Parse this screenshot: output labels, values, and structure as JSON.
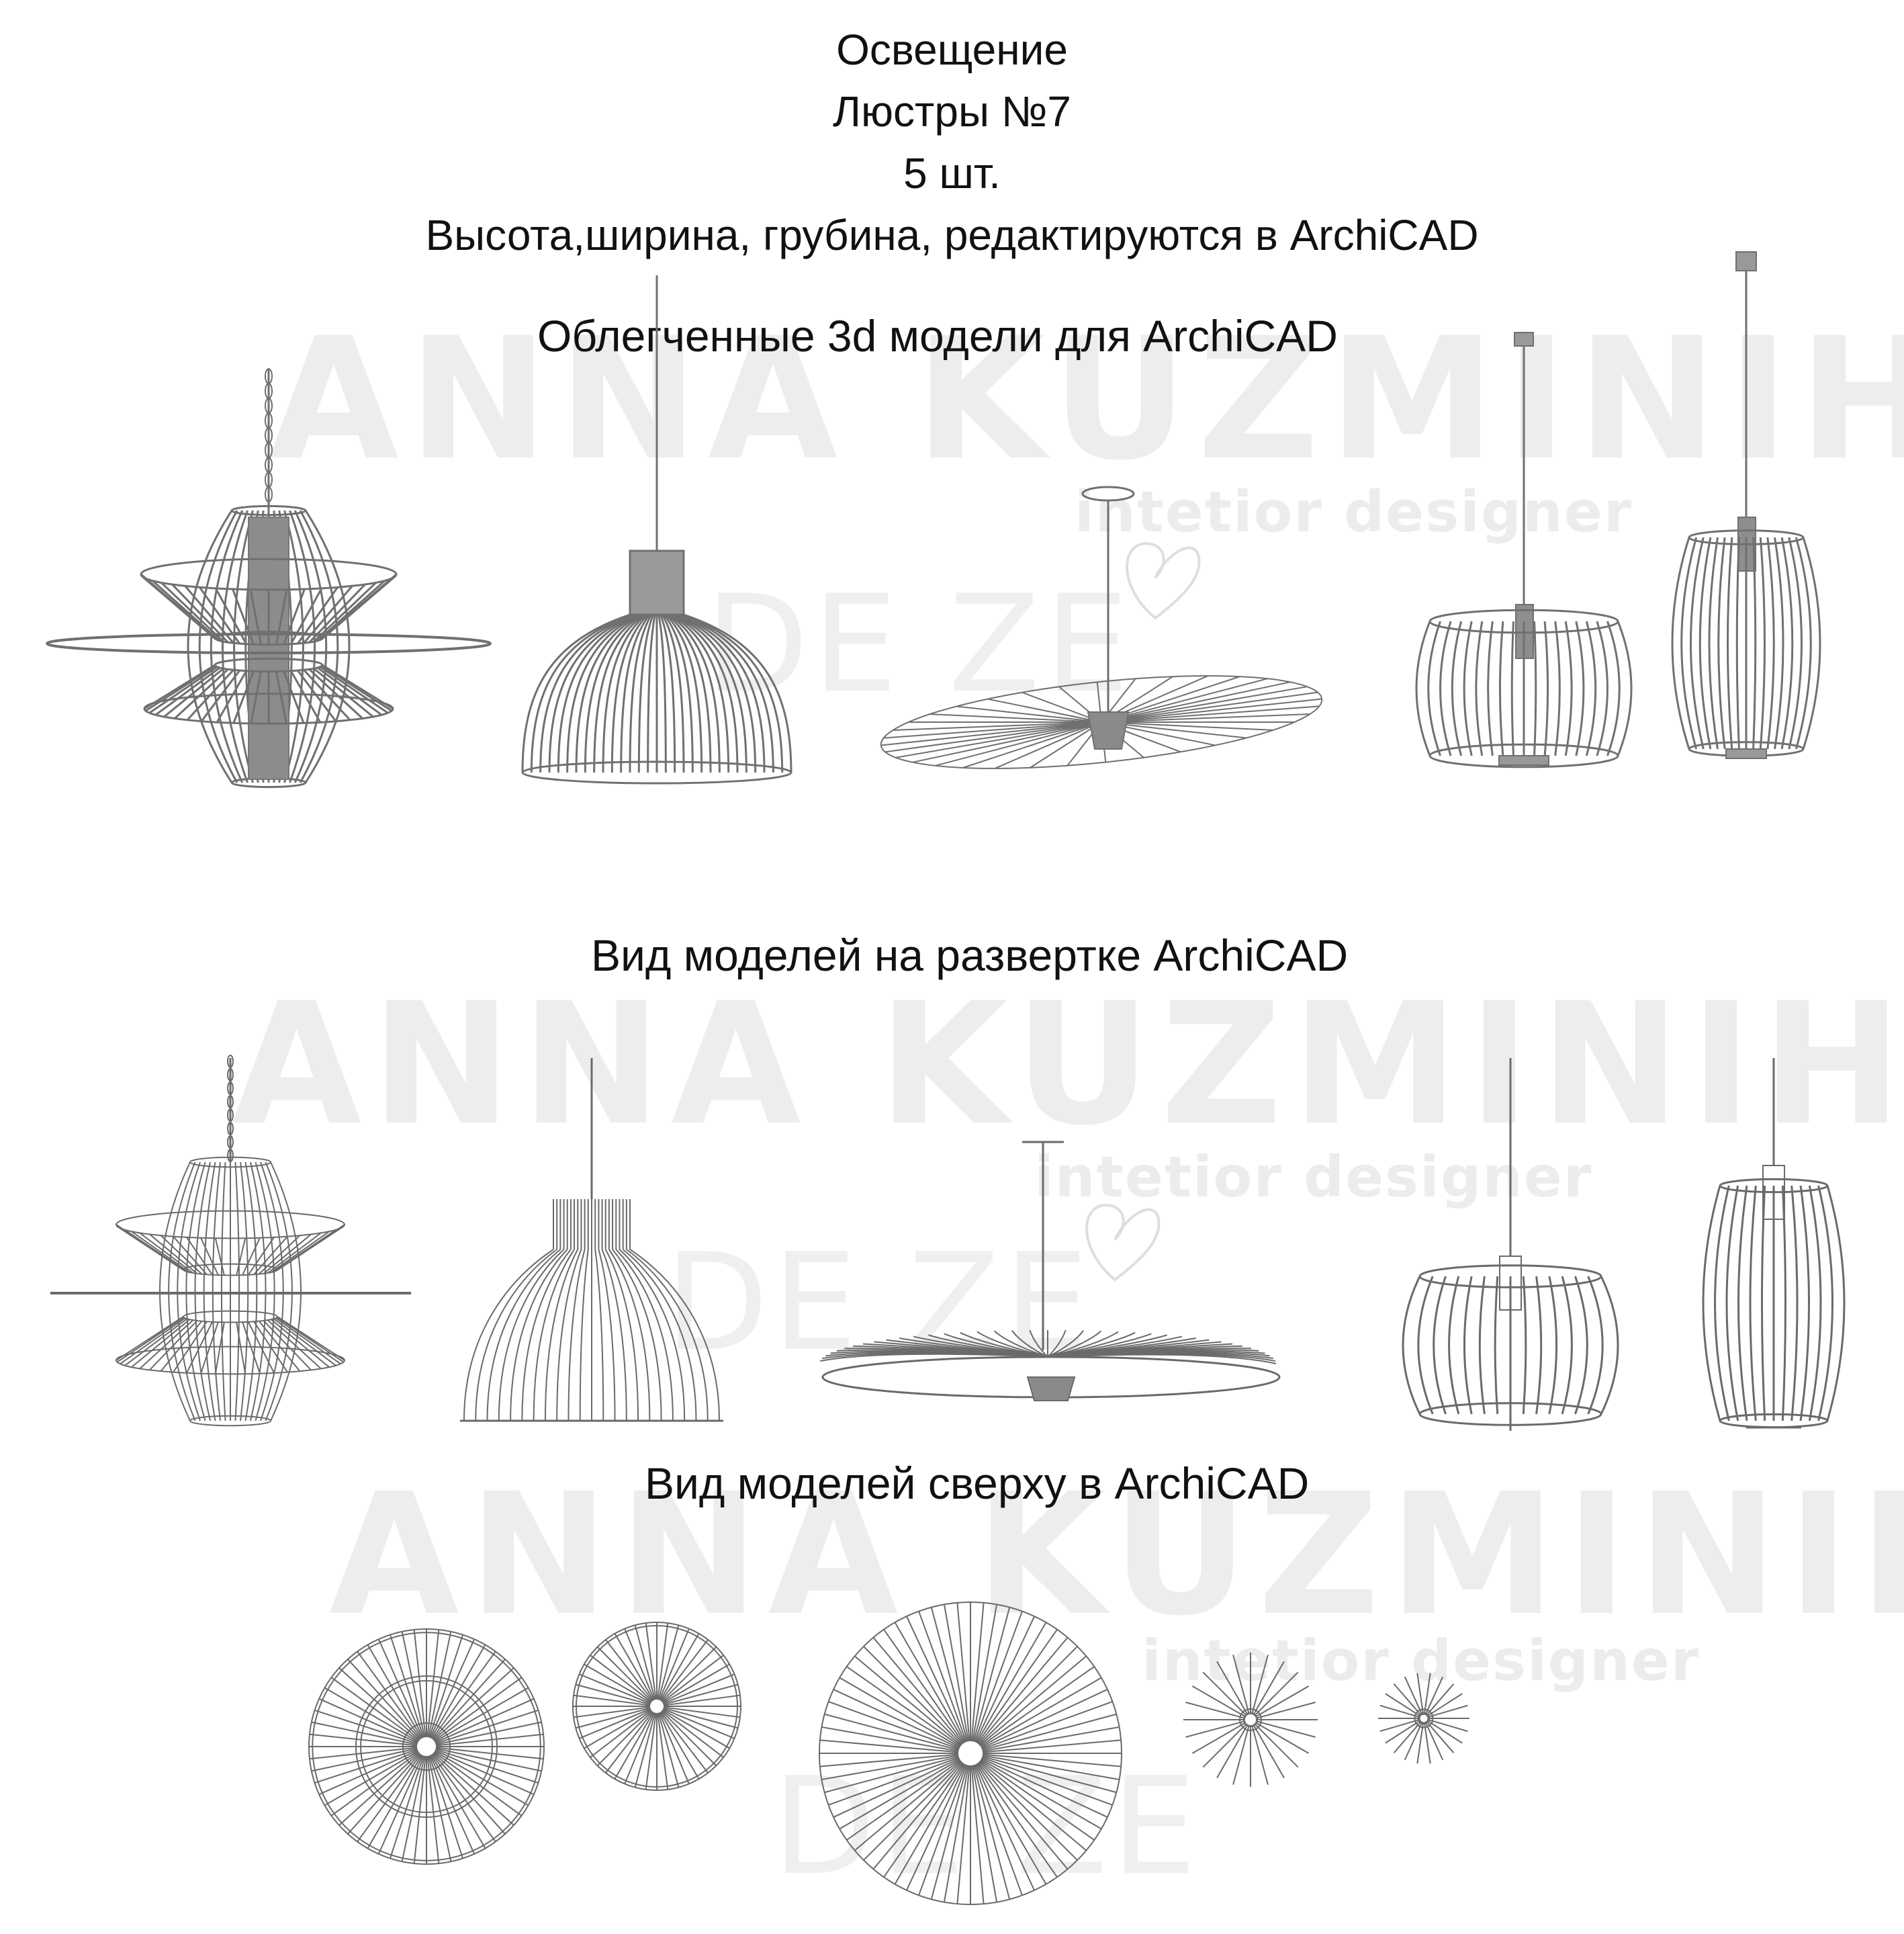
{
  "header": {
    "line1": "Освещение",
    "line2": "Люстры  №7",
    "line3": "5 шт.",
    "line4": "Высота,ширина, грубина, редактируются в ArchiCAD"
  },
  "sections": {
    "models_3d": "Облегченные 3d модели для ArchiCAD",
    "elevation": "Вид моделей на развертке ArchiCAD",
    "top_view": "Вид моделей сверху в ArchiCAD"
  },
  "watermark": {
    "name": "ANNA  KUZMINIH",
    "role": "intetior designer",
    "brand": "DE ZE"
  },
  "colors": {
    "line": "#6f6f6f",
    "watermark": "#ededed"
  }
}
